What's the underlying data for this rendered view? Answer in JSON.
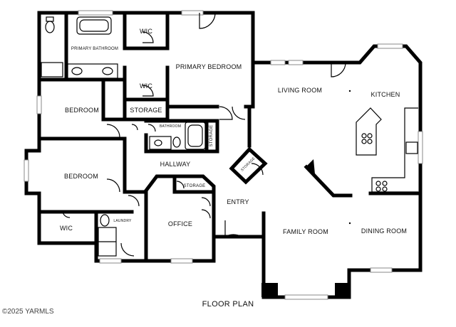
{
  "title": "FLOOR PLAN",
  "copyright": "©2025 YARMLS",
  "rooms": {
    "primary_bathroom": "PRIMARY BATHROOM",
    "wic_top": "WIC",
    "primary_bedroom": "PRIMARY BEDROOM",
    "wic_mid": "WIC",
    "living_room": "LIVING ROOM",
    "kitchen": "KITCHEN",
    "bedroom_1": "BEDROOM",
    "storage_1": "STORAGE",
    "bathroom": "BATHROOM",
    "storage_2": "STORAGE",
    "storage_3": "STORAGE",
    "hallway": "HALLWAY",
    "bedroom_2": "BEDROOM",
    "storage_4": "STORAGE",
    "entry": "ENTRY",
    "wic_bottom": "WIC",
    "laundry": "LAUNDRY",
    "office": "OFFICE",
    "family_room": "FAMILY ROOM",
    "dining_room": "DINING ROOM"
  }
}
